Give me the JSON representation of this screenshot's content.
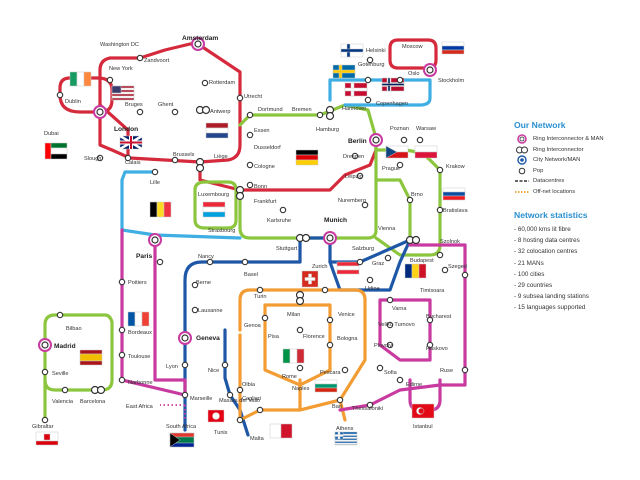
{
  "legend": {
    "title": "Our Network",
    "items": [
      {
        "label": "Ring Interconnector & MAN",
        "icon": "ring-interconnector-man-icon"
      },
      {
        "label": "Ring Interconnector",
        "icon": "ring-interconnector-icon"
      },
      {
        "label": "City Network/MAN",
        "icon": "city-network-icon"
      },
      {
        "label": "Pop",
        "icon": "pop-icon"
      },
      {
        "label": "Datacentres",
        "icon": "datacentre-dashed-line-icon"
      },
      {
        "label": "Off-net locations",
        "icon": "off-net-dotted-line-icon"
      }
    ]
  },
  "stats": {
    "title": "Network statistics",
    "items": [
      "- 60,000 kms lit fibre",
      "- 8 hosting data centres",
      "- 32 colocation centres",
      "- 21 MANs",
      "- 100 cities",
      "- 29 countries",
      "- 9 subsea landing stations",
      "- 15 languages supported"
    ]
  },
  "colors": {
    "red": "#d42a3c",
    "green": "#8cc63f",
    "blue": "#1d57a6",
    "lightblue": "#3eaee3",
    "orange": "#f29c33",
    "magenta": "#c83aa0",
    "heading": "#2a8fd0"
  },
  "cities": {
    "amsterdam": "Amsterdam",
    "washington": "Washington DC",
    "zandvoort": "Zandvoort",
    "newyork": "New York",
    "dublin": "Dublin",
    "rotterdam": "Rotterdam",
    "utrecht": "Utrecht",
    "bruges": "Bruges",
    "ghent": "Ghent",
    "antwerp": "Antwerp",
    "london": "London",
    "dubai": "Dubai",
    "slough": "Slough",
    "calais": "Calais",
    "brussels": "Brussels",
    "liege": "Liège",
    "lille": "Lille",
    "luxembourg": "Luxembourg",
    "strasbourg": "Strasbourg",
    "paris": "Paris",
    "nancy": "Nancy",
    "dortmund": "Dortmund",
    "bremen": "Bremen",
    "essen": "Essen",
    "dusseldorf": "Dusseldorf",
    "hamburg": "Hamburg",
    "hannover": "Hannover",
    "berlin": "Berlin",
    "cologne": "Cologne",
    "bonn": "Bonn",
    "frankfurt": "Frankfurt",
    "dresden": "Dresden",
    "leipzig": "Leipzig",
    "nuremberg": "Nuremberg",
    "karlsruhe": "Karlsruhe",
    "munich": "Munich",
    "stuttgart": "Stuttgart",
    "helsinki": "Helsinki",
    "moscow": "Moscow",
    "gotenburg": "Gotenburg",
    "oslo": "Oslo",
    "stockholm": "Stockholm",
    "copenhagen": "Copenhagen",
    "poznan": "Poznan",
    "warsaw": "Warsaw",
    "krakow": "Krakow",
    "prague": "Prague",
    "brno": "Brno",
    "bratislava": "Bratislava",
    "vienna": "Vienna",
    "salzburg": "Salzburg",
    "zurich": "Zurich",
    "basel": "Basel",
    "berne": "Berne",
    "lausanne": "Lausanne",
    "geneva": "Geneva",
    "graz": "Graz",
    "szolnok": "Szolnok",
    "budapest": "Budapest",
    "szeged": "Szeged",
    "timisoara": "Timisoara",
    "udine": "Udine",
    "turin": "Turin",
    "milan": "Milan",
    "venice": "Venice",
    "genoa": "Genoa",
    "pisa": "Pisa",
    "florence": "Florence",
    "bologna": "Bologna",
    "rome": "Rome",
    "pescara": "Pescara",
    "naples": "Naples",
    "bari": "Bari",
    "olbia": "Olbia",
    "cagliari": "Cagliari",
    "masara": "Masara del Vallo",
    "tunis": "Tunis",
    "malta": "Malta",
    "athens": "Athens",
    "thessaloniki": "Thessaloniki",
    "varna": "Varna",
    "veliko": "Veliko Turnovo",
    "bucharest": "Bucharest",
    "plovdiv": "Plovdiv",
    "haskovo": "Haskovo",
    "sofia": "Sofia",
    "ruse": "Ruse",
    "edirne": "Edirne",
    "istanbul": "Istanbul",
    "bilbao": "Bilbao",
    "madrid": "Madrid",
    "seville": "Seville",
    "valencia": "Valencia",
    "barcelona": "Barcelona",
    "gibraltar": "Gibraltar",
    "poitiers": "Poitiers",
    "bordeaux": "Bordeaux",
    "toulouse": "Toulouse",
    "narbonne": "Narbonne",
    "lyon": "Lyon",
    "nice": "Nice",
    "marseille": "Marseille",
    "eastafrica": "East Africa",
    "southafrica": "South Africa"
  }
}
